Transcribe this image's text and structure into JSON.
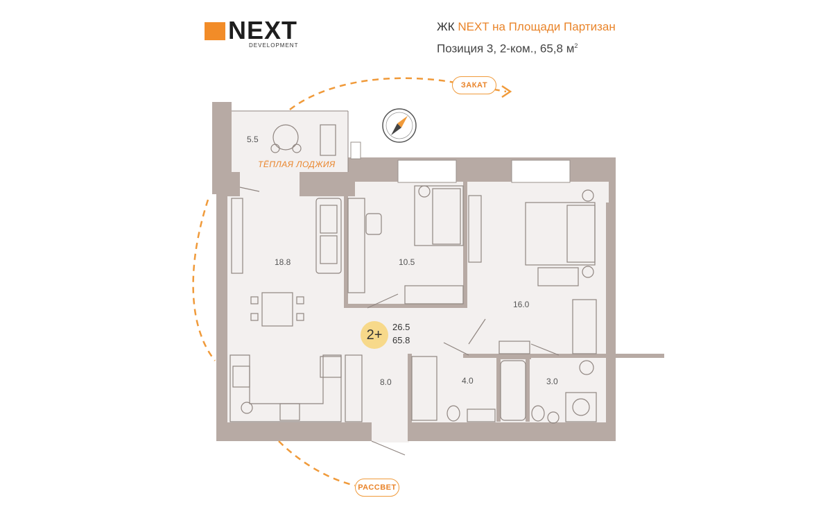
{
  "brand": {
    "name": "NEXT",
    "subtitle": "DEVELOPMENT",
    "accent_color": "#f28c28"
  },
  "header": {
    "prefix": "ЖК",
    "project_name": "NEXT на Площади Партизан",
    "position": "Позиция 3, 2-ком., 65,8 м",
    "unit_superscript": "2"
  },
  "orientation": {
    "sunset": "ЗАКАТ",
    "sunrise": "РАССВЕТ"
  },
  "rooms": {
    "loggia_area": "5.5",
    "loggia_name": "ТЁПЛАЯ ЛОДЖИЯ",
    "living_area": "18.8",
    "bedroom_small_area": "10.5",
    "bedroom_large_area": "16.0",
    "hall_area": "8.0",
    "bathroom_area": "4.0",
    "wc_area": "3.0"
  },
  "summary": {
    "rooms_badge": "2+",
    "living_area": "26.5",
    "total_area": "65.8"
  },
  "colors": {
    "wall": "#b7aaa4",
    "floor": "#f3f0ef",
    "line": "#8f8580",
    "accent": "#f09a3a",
    "badge": "#f7d98a"
  }
}
